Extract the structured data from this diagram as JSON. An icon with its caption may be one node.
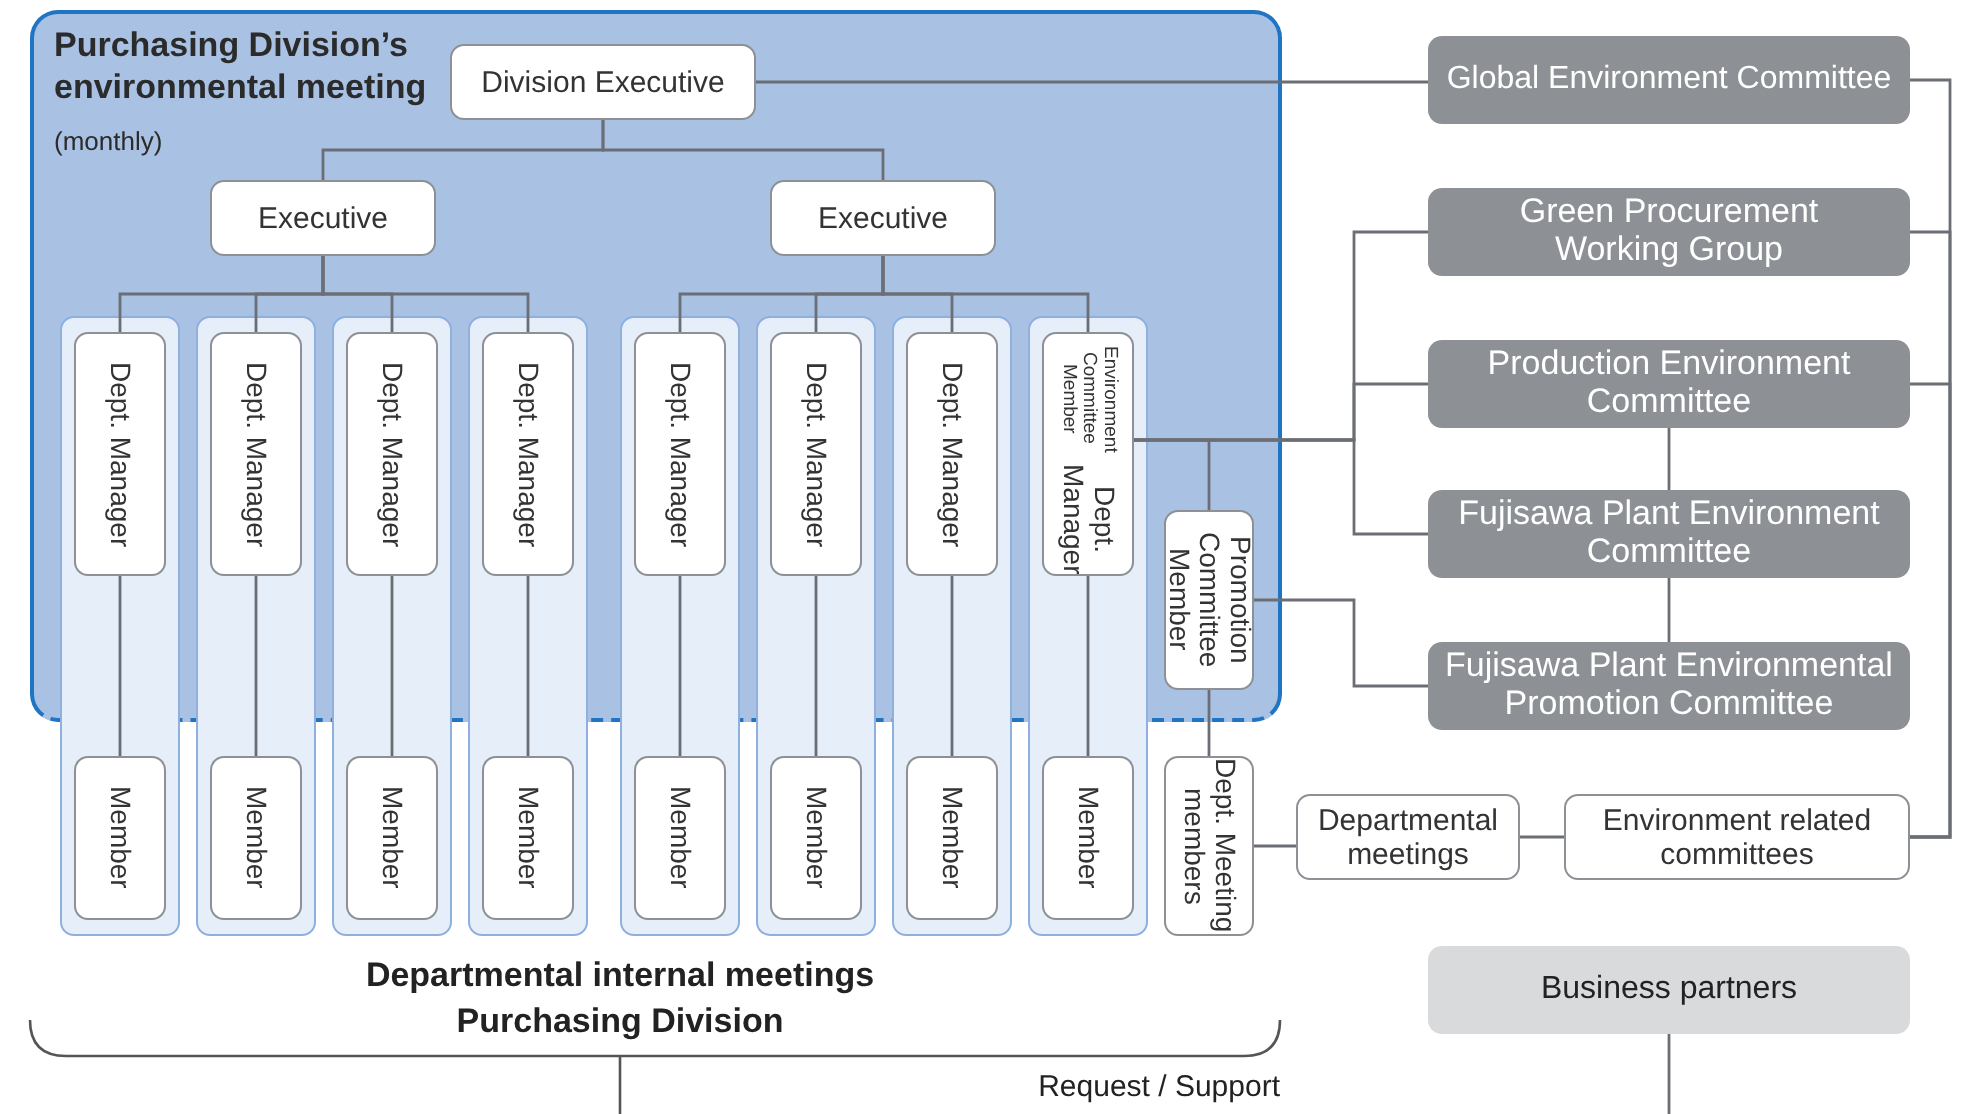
{
  "diagram": {
    "nodes": [
      {
        "text": [
          "Purchasing Division’s environmental meeting",
          "(monthly)"
        ]
      },
      {
        "text": [
          "Division Executive"
        ],
        "in": 0
      },
      {
        "text": [
          "Executive"
        ],
        "in": 0
      },
      {
        "text": [
          "Executive"
        ],
        "in": 0
      },
      {
        "text": [],
        "shape": "box"
      },
      {
        "text": [],
        "shape": "box"
      },
      {
        "text": [],
        "shape": "box"
      },
      {
        "text": [],
        "shape": "box"
      },
      {
        "text": [],
        "shape": "box"
      },
      {
        "text": [],
        "shape": "box"
      },
      {
        "text": [],
        "shape": "box"
      },
      {
        "text": [],
        "shape": "box"
      },
      {
        "text": [
          "Dept. Manager"
        ]
      },
      {
        "text": [
          "Dept. Manager"
        ]
      },
      {
        "text": [
          "Dept. Manager"
        ]
      },
      {
        "text": [
          "Dept. Manager"
        ]
      },
      {
        "text": [
          "Dept. Manager"
        ]
      },
      {
        "text": [
          "Dept. Manager"
        ]
      },
      {
        "text": [
          "Dept. Manager"
        ]
      },
      {
        "text": [
          "Environment Committee Member",
          "Dept. Manager"
        ]
      },
      {
        "text": [
          "Member"
        ],
        "in": 4
      },
      {
        "text": [
          "Member"
        ],
        "in": 5
      },
      {
        "text": [
          "Member"
        ],
        "in": 6
      },
      {
        "text": [
          "Member"
        ],
        "in": 7
      },
      {
        "text": [
          "Member"
        ],
        "in": 8
      },
      {
        "text": [
          "Member"
        ],
        "in": 9
      },
      {
        "text": [
          "Member"
        ],
        "in": 10
      },
      {
        "text": [
          "Member"
        ],
        "in": 11
      },
      {
        "text": [
          "Promotion Committee Member"
        ],
        "in": 0
      },
      {
        "text": [
          "Dept. Meeting members"
        ]
      },
      {
        "text": [
          "Departmental meetings"
        ]
      },
      {
        "text": [
          "Environment related committees"
        ]
      },
      {
        "text": [
          "Global Environment Committee"
        ]
      },
      {
        "text": [
          "Green Procurement Working Group"
        ]
      },
      {
        "text": [
          "Production Environment Committee"
        ]
      },
      {
        "text": [
          "Fujisawa Plant Environment Committee"
        ]
      },
      {
        "text": [
          "Fujisawa Plant Environmental Promotion Committee"
        ]
      },
      {
        "text": [
          "Business partners"
        ]
      }
    ],
    "edges": [
      {
        "from": 1,
        "to": 32,
        "arrow": "none"
      },
      {
        "from": 1,
        "to": 2,
        "arrow": "none"
      },
      {
        "from": 1,
        "to": 3,
        "arrow": "none"
      },
      {
        "from": 2,
        "to": 12,
        "arrow": "none"
      },
      {
        "from": 2,
        "to": 13,
        "arrow": "none"
      },
      {
        "from": 2,
        "to": 14,
        "arrow": "none"
      },
      {
        "from": 2,
        "to": 15,
        "arrow": "none"
      },
      {
        "from": 3,
        "to": 16,
        "arrow": "none"
      },
      {
        "from": 3,
        "to": 17,
        "arrow": "none"
      },
      {
        "from": 3,
        "to": 18,
        "arrow": "none"
      },
      {
        "from": 3,
        "to": 19,
        "arrow": "none"
      },
      {
        "from": 12,
        "to": 20,
        "arrow": "none"
      },
      {
        "from": 13,
        "to": 21,
        "arrow": "none"
      },
      {
        "from": 14,
        "to": 22,
        "arrow": "none"
      },
      {
        "from": 15,
        "to": 23,
        "arrow": "none"
      },
      {
        "from": 16,
        "to": 24,
        "arrow": "none"
      },
      {
        "from": 17,
        "to": 25,
        "arrow": "none"
      },
      {
        "from": 18,
        "to": 26,
        "arrow": "none"
      },
      {
        "from": 19,
        "to": 27,
        "arrow": "none"
      },
      {
        "from": 19,
        "to": 28,
        "arrow": "none"
      },
      {
        "from": 19,
        "to": 33,
        "arrow": "none"
      },
      {
        "from": 19,
        "to": 34,
        "arrow": "none"
      },
      {
        "from": 19,
        "to": 35,
        "arrow": "none"
      },
      {
        "from": 28,
        "to": 36,
        "arrow": "none"
      },
      {
        "from": 28,
        "to": 29,
        "arrow": "none"
      },
      {
        "from": 29,
        "to": 30,
        "arrow": "none"
      },
      {
        "from": 30,
        "to": 31,
        "arrow": "none"
      },
      {
        "from": 34,
        "to": 35,
        "arrow": "none"
      },
      {
        "from": 35,
        "to": 36,
        "arrow": "none"
      },
      {
        "from": 32,
        "to": 31,
        "arrow": "none"
      },
      {
        "from": 33,
        "to": 31,
        "arrow": "none"
      },
      {
        "from": 34,
        "to": 31,
        "arrow": "none"
      },
      {
        "from": 37,
        "to": null,
        "arrow": "none"
      }
    ],
    "labels": [
      "Departmental internal meetings",
      "Purchasing Division",
      "Request / Support"
    ]
  }
}
